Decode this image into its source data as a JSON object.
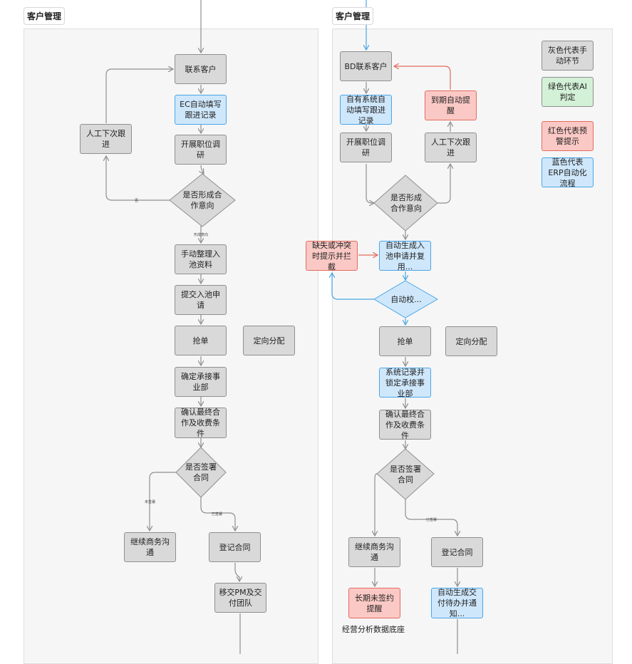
{
  "titles": {
    "left": "客户管理",
    "right": "客户管理"
  },
  "left": {
    "contact": "联系客户",
    "ec_auto": "EC自动填写跟进记录",
    "research": "开展职位调研",
    "intent": "是否形成合作意向",
    "manual_next": "人工下次跟进",
    "no_label": "否",
    "yes_label": "形成意向",
    "manual_pool": "手动整理入池资料",
    "submit_pool": "提交入池申请",
    "grab": "抢单",
    "assign": "定向分配",
    "confirm_bu": "确定承接事业部",
    "confirm_terms": "确认最终合作及收费条件",
    "sign": "是否签署合同",
    "unsigned_label": "未签署",
    "signed_label": "已签署",
    "continue_biz": "继续商务沟通",
    "register": "登记合同",
    "handover": "移交PM及交付团队"
  },
  "right": {
    "bd_contact": "BD联系客户",
    "expire_remind": "到期自动提醒",
    "own_auto": "自有系统自动填写跟进记录",
    "research": "开展职位调研",
    "manual_next": "人工下次跟进",
    "intent": "是否形成合作意向",
    "missing_conflict": "缺失或冲突时提示并拦截",
    "auto_pool": "自动生成入池申请并复用...",
    "auto_check": "自动校...",
    "grab": "抢单",
    "assign": "定向分配",
    "sys_lock": "系统记录并锁定承接事业部",
    "confirm_terms": "确认最终合作及收费条件",
    "sign": "是否签署合同",
    "signed_label": "已签署",
    "continue_biz": "继续商务沟通",
    "register": "登记合同",
    "long_unsigned": "长期未签约提醒",
    "auto_delivery": "自动生成交付待办并通知...",
    "ops_data": "经营分析数据底座"
  },
  "legend": {
    "gray": "灰色代表手动环节",
    "green": "绿色代表AI判定",
    "red": "红色代表预警提示",
    "blue": "蓝色代表ERP自动化流程"
  },
  "colors": {
    "gray_line": "#8f8f8f",
    "blue_line": "#4aa6e6",
    "red_line": "#e36a5e"
  }
}
